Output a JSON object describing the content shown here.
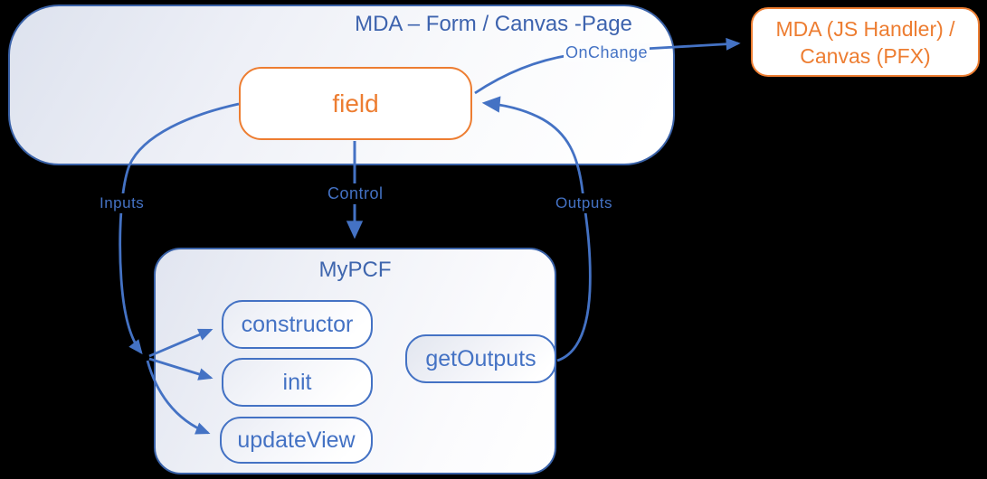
{
  "diagram": {
    "background_color": "#000000",
    "accent_blue": "#4472C4",
    "accent_orange": "#ED7D31",
    "nodes": {
      "form_container": {
        "label": "MDA – Form / Canvas -Page"
      },
      "field": {
        "label": "field"
      },
      "js_handler": {
        "label_line1": "MDA (JS Handler) /",
        "label_line2": "Canvas (PFX)"
      },
      "pcf_container": {
        "label": "MyPCF"
      },
      "constructor": {
        "label": "constructor"
      },
      "init": {
        "label": "init"
      },
      "update_view": {
        "label": "updateView"
      },
      "get_outputs": {
        "label": "getOutputs"
      }
    },
    "edges": {
      "on_change": {
        "label": "OnChange"
      },
      "inputs": {
        "label": "Inputs"
      },
      "control": {
        "label": "Control"
      },
      "outputs": {
        "label": "Outputs"
      }
    }
  }
}
